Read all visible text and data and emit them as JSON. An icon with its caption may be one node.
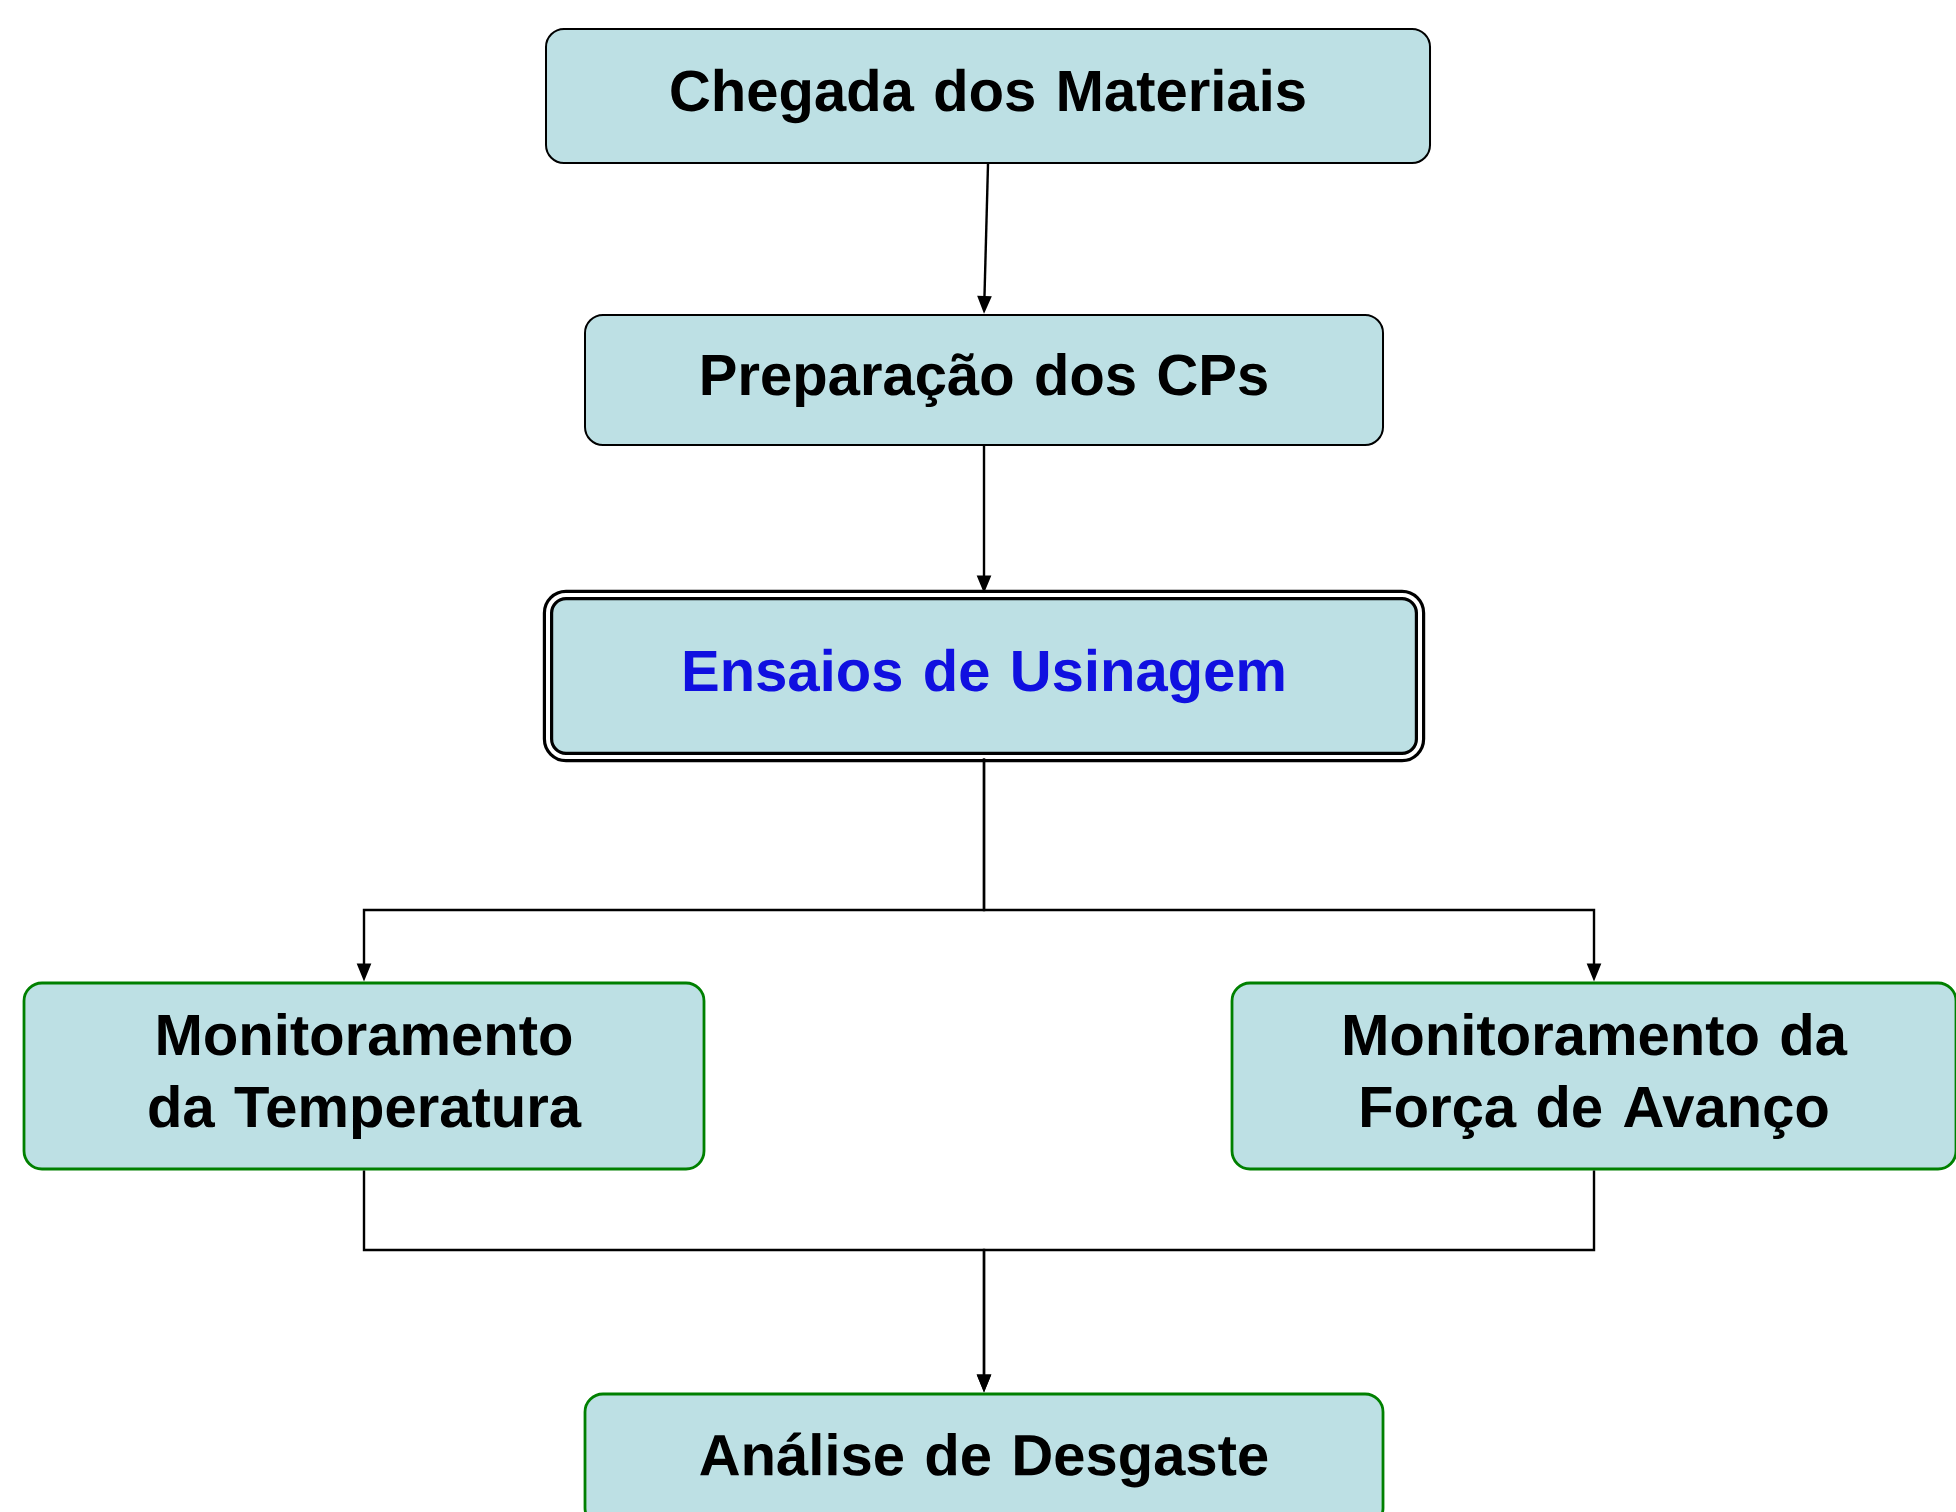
{
  "diagram": {
    "nodes": [
      {
        "text": [
          "Chegada dos Materiais"
        ]
      },
      {
        "text": [
          "Preparação dos CPs"
        ]
      },
      {
        "text": [
          "Ensaios de Usinagem"
        ]
      },
      {
        "text": [
          "Monitoramento da Temperatura"
        ]
      },
      {
        "text": [
          "Monitoramento da Força de Avanço"
        ]
      },
      {
        "text": [
          "Análise de Desgaste"
        ]
      }
    ],
    "edges": [
      {
        "from": 0,
        "to": 1,
        "arrow": "to"
      },
      {
        "from": 1,
        "to": 2,
        "arrow": "to"
      },
      {
        "from": 2,
        "to": 3,
        "arrow": "to"
      },
      {
        "from": 2,
        "to": 4,
        "arrow": "to"
      },
      {
        "from": 3,
        "to": 5,
        "arrow": "to"
      },
      {
        "from": 4,
        "to": 5,
        "arrow": "to"
      }
    ]
  }
}
